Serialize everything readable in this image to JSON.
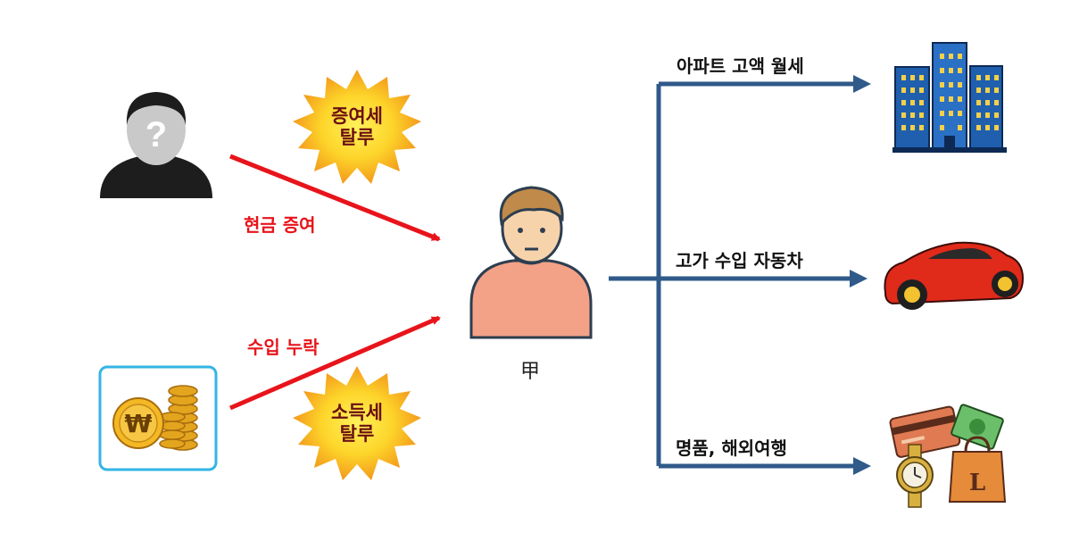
{
  "labels": {
    "cash_gift": "현금 증여",
    "income_omission": "수입 누락",
    "gift_tax": [
      "증여세",
      "탈루"
    ],
    "income_tax": [
      "소득세",
      "탈루"
    ],
    "person": "甲",
    "spend_1": "아파트 고액 월세",
    "spend_2": "고가 수입 자동차",
    "spend_3": "명품, 해외여행"
  },
  "icons": {
    "unknown_person": "anonymous-person-icon",
    "money": "won-coin-icon",
    "central_person": "man-icon",
    "apartment": "apartment-buildings-icon",
    "car": "sports-car-icon",
    "luxury": "luxury-goods-icon"
  },
  "colors": {
    "red_arrow": "#e8141b",
    "blue_arrow": "#2f5a8a",
    "money_box_border": "#33b5e5",
    "burst_outer": "#f7a21b",
    "burst_inner": "#fde23b"
  }
}
